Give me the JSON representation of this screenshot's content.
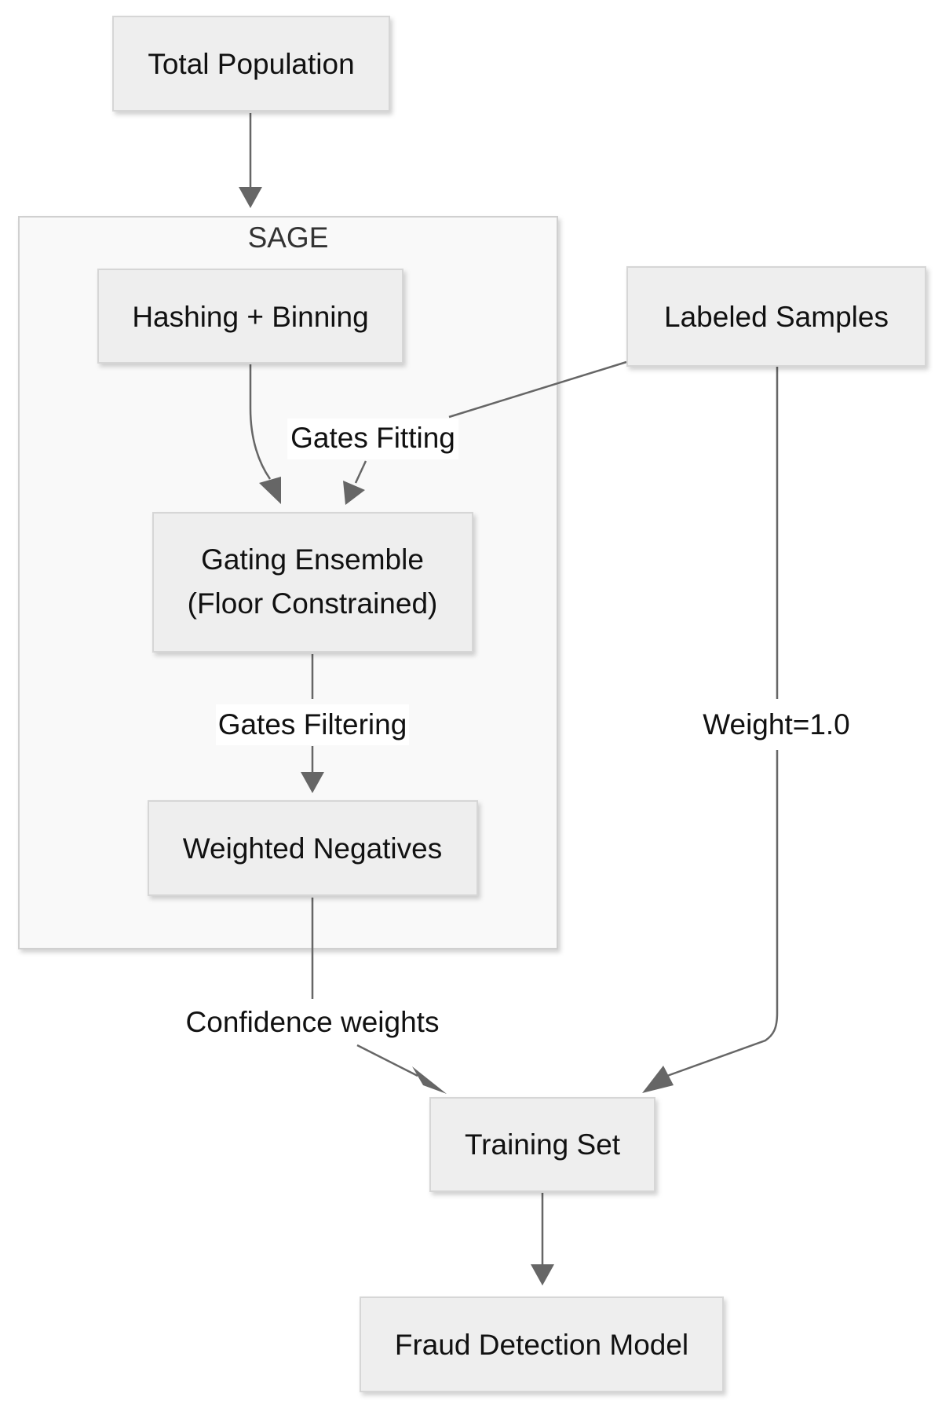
{
  "cluster": {
    "title": "SAGE"
  },
  "nodes": {
    "total_population": "Total Population",
    "hashing_binning": "Hashing + Binning",
    "labeled_samples": "Labeled Samples",
    "gating_ensemble_line1": "Gating Ensemble",
    "gating_ensemble_line2": "(Floor Constrained)",
    "weighted_negatives": "Weighted Negatives",
    "training_set": "Training Set",
    "fraud_detection_model": "Fraud Detection Model"
  },
  "edges": {
    "gates_fitting": "Gates Fitting",
    "gates_filtering": "Gates Filtering",
    "weight": "Weight=1.0",
    "confidence_weights": "Confidence weights"
  },
  "colors": {
    "node_fill": "#eeeeee",
    "cluster_fill": "#f9f9f9",
    "edge": "#666666"
  }
}
